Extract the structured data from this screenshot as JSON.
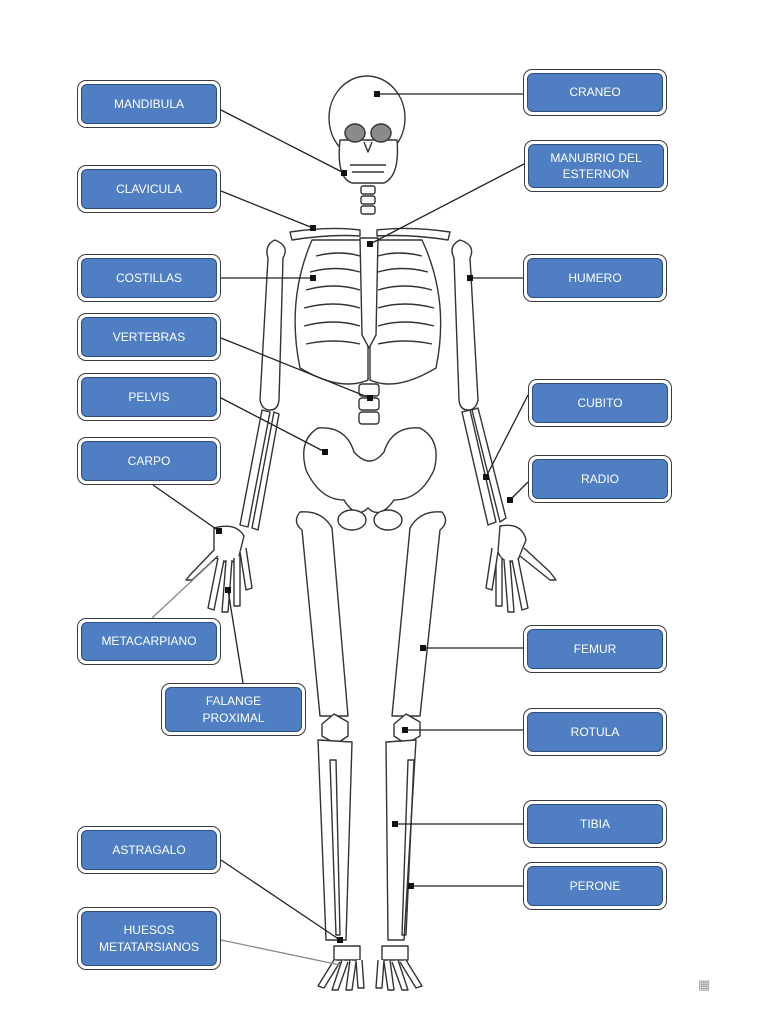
{
  "labels": {
    "craneo": "CRANEO",
    "mandibula": "MANDIBULA",
    "manubrio": "MANUBRIO DEL\nESTERNON",
    "clavicula": "CLAVICULA",
    "costillas": "COSTILLAS",
    "humero": "HUMERO",
    "vertebras": "VERTEBRAS",
    "pelvis": "PELVIS",
    "cubito": "CUBITO",
    "carpo": "CARPO",
    "radio": "RADIO",
    "metacarpiano": "METACARPIANO",
    "femur": "FEMUR",
    "falange": "FALANGE\nPROXIMAL",
    "rotula": "ROTULA",
    "tibia": "TIBIA",
    "astragalo": "ASTRAGALO",
    "perone": "PERONE",
    "metatarsianos": "HUESOS\nMETATARSIANOS"
  },
  "colors": {
    "label_fill": "#4f7fc2",
    "label_text": "#ffffff",
    "leader_line": "#222222",
    "bone_fill": "#ffffff",
    "bone_outline": "#333333"
  },
  "icons": {
    "corner": "page-icon"
  }
}
